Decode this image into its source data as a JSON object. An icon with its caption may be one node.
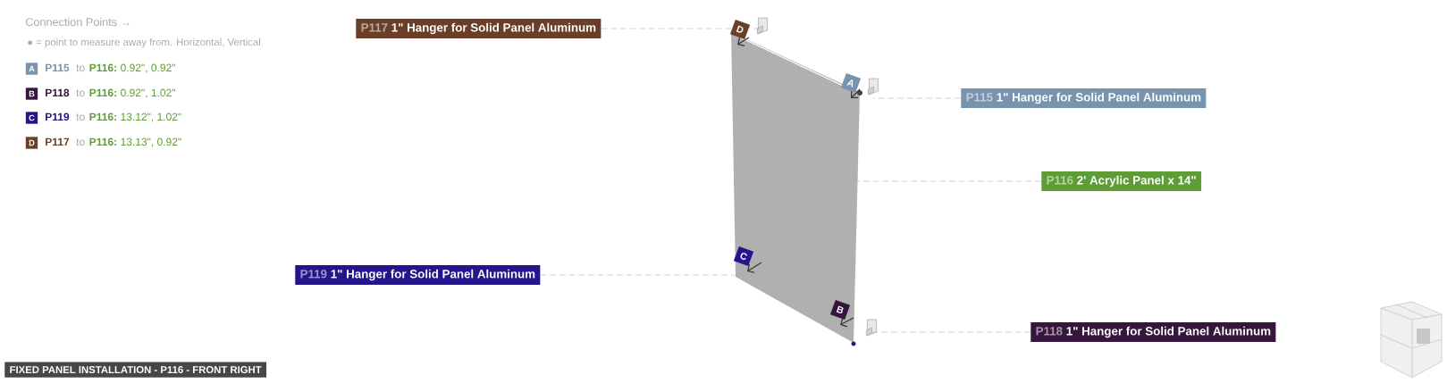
{
  "diagram": {
    "caption": "FIXED PANEL INSTALLATION - P116 - FRONT RIGHT",
    "nodes": [
      {
        "text": [
          "P117",
          "1\" Hanger for Solid Panel Aluminum"
        ]
      },
      {
        "text": [],
        "shape": "picture"
      },
      {
        "text": [],
        "shape": "picture"
      },
      {
        "text": [
          "P115",
          "1\" Hanger for Solid Panel Aluminum"
        ]
      },
      {
        "text": [],
        "shape": "picture"
      },
      {
        "text": [
          "P116",
          "2' Acrylic Panel x 14\""
        ]
      },
      {
        "text": [
          "P119",
          "1\" Hanger for Solid Panel Aluminum"
        ]
      },
      {
        "text": [],
        "shape": "picture"
      },
      {
        "text": [
          "P118",
          "1\" Hanger for Solid Panel Aluminum"
        ]
      }
    ],
    "edges": [
      {
        "from": 0,
        "to": 1,
        "arrow": "none",
        "style": "dashed"
      },
      {
        "from": 3,
        "to": 2,
        "arrow": "none",
        "style": "dashed"
      },
      {
        "from": 5,
        "to": 4,
        "arrow": "none",
        "style": "dashed"
      },
      {
        "from": 6,
        "to": 4,
        "arrow": "none",
        "style": "dashed"
      },
      {
        "from": 8,
        "to": 7,
        "arrow": "none",
        "style": "dashed"
      }
    ],
    "labels": [
      "Connection Points →",
      "● = point to measure away from. Horizontal, Vertical",
      "A",
      "P115",
      "to",
      "P116:",
      "0.92\", 0.92\"",
      "B",
      "P118",
      "to",
      "P116:",
      "0.92\", 1.02\"",
      "C",
      "P119",
      "to",
      "P116:",
      "13.12\", 1.02\"",
      "D",
      "P117",
      "to",
      "P116:",
      "13.13\", 0.92\"",
      "D",
      "A",
      "C",
      "B"
    ]
  }
}
